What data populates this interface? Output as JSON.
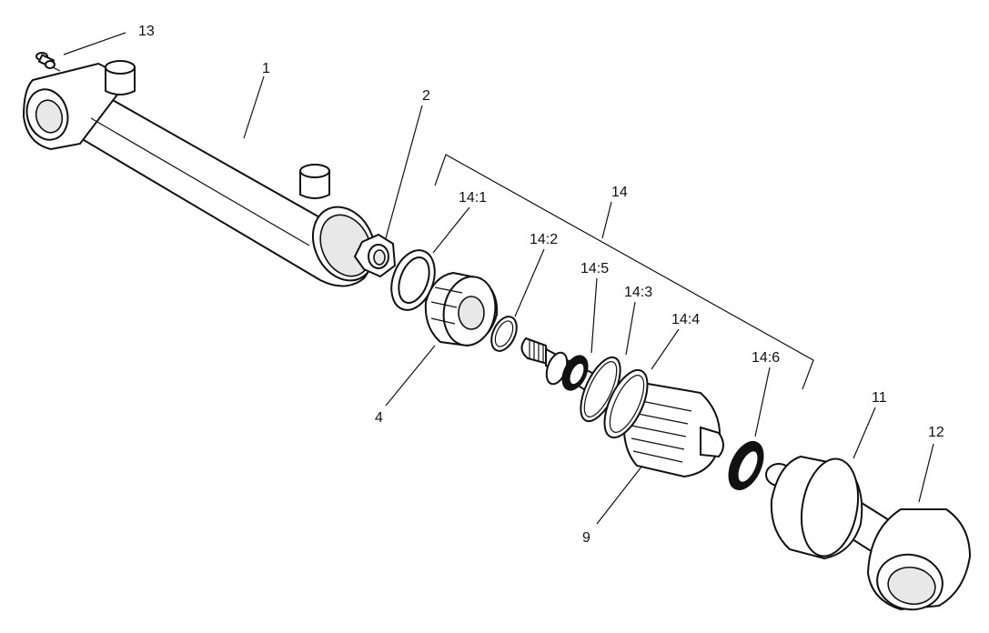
{
  "diagram": {
    "callouts": {
      "c1": "1",
      "c2": "2",
      "c4": "4",
      "c9": "9",
      "c11": "11",
      "c12": "12",
      "c13": "13",
      "c14": "14",
      "c14_1": "14:1",
      "c14_2": "14:2",
      "c14_3": "14:3",
      "c14_4": "14:4",
      "c14_5": "14:5",
      "c14_6": "14:6"
    }
  }
}
